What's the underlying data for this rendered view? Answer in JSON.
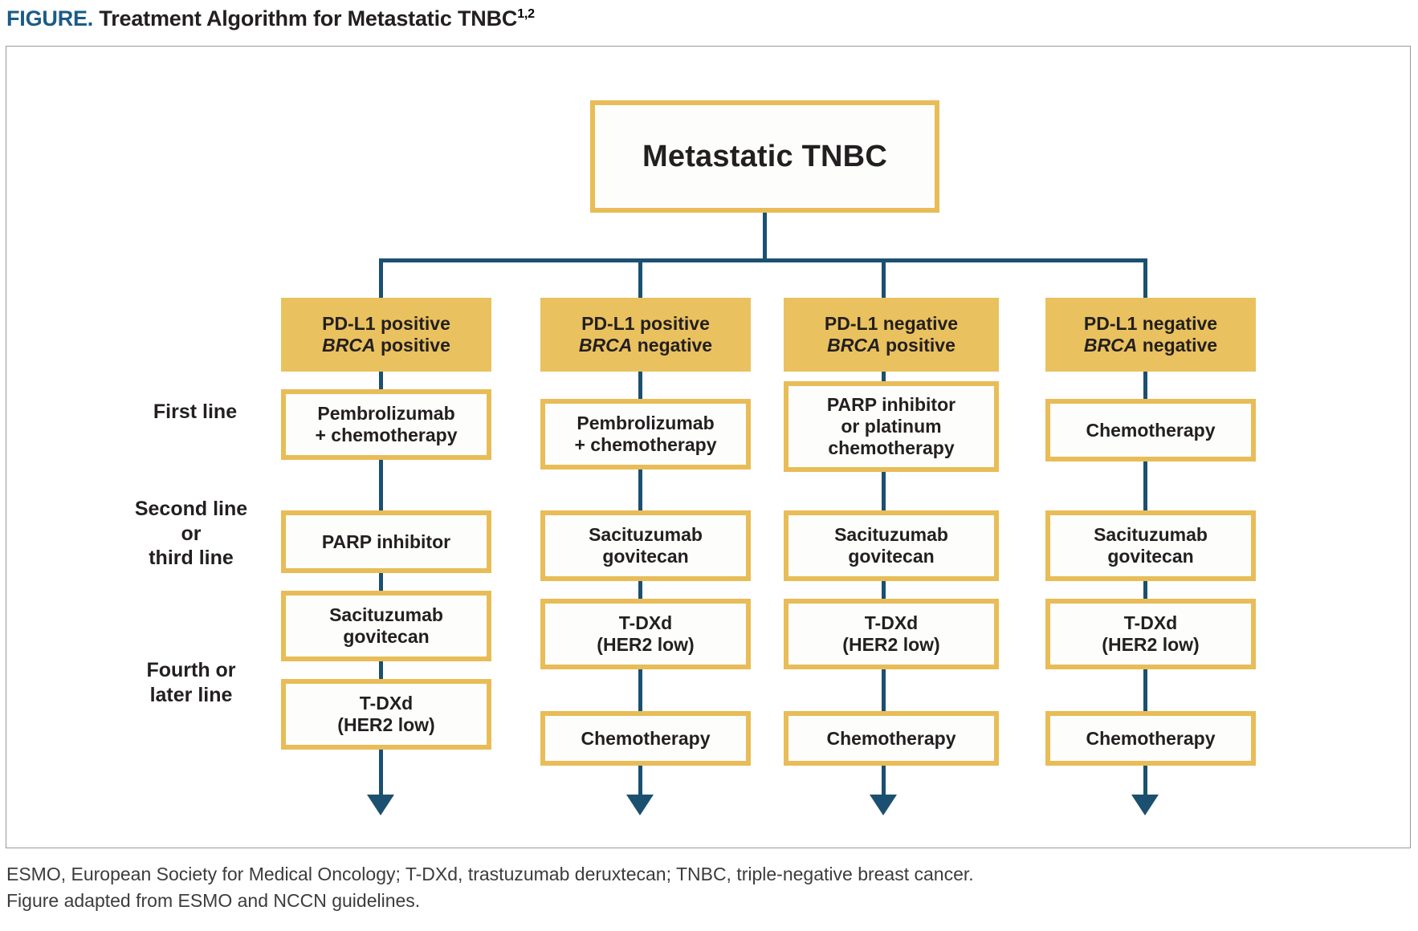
{
  "title": {
    "kicker": "FIGURE.",
    "main": "Treatment Algorithm for Metastatic TNBC",
    "superscript": "1,2"
  },
  "colors": {
    "accent_blue": "#1b5b86",
    "connector_blue": "#1b5070",
    "gold": "#e8bc57",
    "header_fill": "#e9c15e",
    "text_dark": "#231f20",
    "frame_border": "#9a9a9a"
  },
  "root": {
    "label": "Metastatic TNBC"
  },
  "row_labels": [
    {
      "id": "first-line",
      "text": "First line"
    },
    {
      "id": "second-or-third-line",
      "line1": "Second line",
      "line2": "or",
      "line3": "third line"
    },
    {
      "id": "fourth-or-later-line",
      "line1": "Fourth or",
      "line2": "later line"
    }
  ],
  "columns": [
    {
      "id": "pdl1-pos-brca-pos",
      "header": {
        "line1": "PD-L1 positive",
        "gene": "BRCA",
        "line2_rest": " positive"
      },
      "nodes": [
        {
          "id": "c1-n1",
          "line1": "Pembrolizumab",
          "line2": "+ chemotherapy"
        },
        {
          "id": "c1-n2",
          "line1": "PARP inhibitor"
        },
        {
          "id": "c1-n3",
          "line1": "Sacituzumab",
          "line2": "govitecan"
        },
        {
          "id": "c1-n4",
          "line1": "T-DXd",
          "line2": "(HER2 low)"
        }
      ]
    },
    {
      "id": "pdl1-pos-brca-neg",
      "header": {
        "line1": "PD-L1 positive",
        "gene": "BRCA",
        "line2_rest": " negative"
      },
      "nodes": [
        {
          "id": "c2-n1",
          "line1": "Pembrolizumab",
          "line2": "+ chemotherapy"
        },
        {
          "id": "c2-n2",
          "line1": "Sacituzumab",
          "line2": "govitecan"
        },
        {
          "id": "c2-n3",
          "line1": "T-DXd",
          "line2": "(HER2 low)"
        },
        {
          "id": "c2-n4",
          "line1": "Chemotherapy"
        }
      ]
    },
    {
      "id": "pdl1-neg-brca-pos",
      "header": {
        "line1": "PD-L1 negative",
        "gene": "BRCA",
        "line2_rest": " positive"
      },
      "nodes": [
        {
          "id": "c3-n1",
          "line1": "PARP inhibitor",
          "line2": "or platinum",
          "line3": "chemotherapy"
        },
        {
          "id": "c3-n2",
          "line1": "Sacituzumab",
          "line2": "govitecan"
        },
        {
          "id": "c3-n3",
          "line1": "T-DXd",
          "line2": "(HER2 low)"
        },
        {
          "id": "c3-n4",
          "line1": "Chemotherapy"
        }
      ]
    },
    {
      "id": "pdl1-neg-brca-neg",
      "header": {
        "line1": "PD-L1 negative",
        "gene": "BRCA",
        "line2_rest": " negative"
      },
      "nodes": [
        {
          "id": "c4-n1",
          "line1": "Chemotherapy"
        },
        {
          "id": "c4-n2",
          "line1": "Sacituzumab",
          "line2": "govitecan"
        },
        {
          "id": "c4-n3",
          "line1": "T-DXd",
          "line2": "(HER2 low)"
        },
        {
          "id": "c4-n4",
          "line1": "Chemotherapy"
        }
      ]
    }
  ],
  "footnotes": {
    "line1": "ESMO, European Society for Medical Oncology; T-DXd, trastuzumab deruxtecan; TNBC, triple-negative breast cancer.",
    "line2": "Figure adapted from ESMO and NCCN guidelines."
  }
}
